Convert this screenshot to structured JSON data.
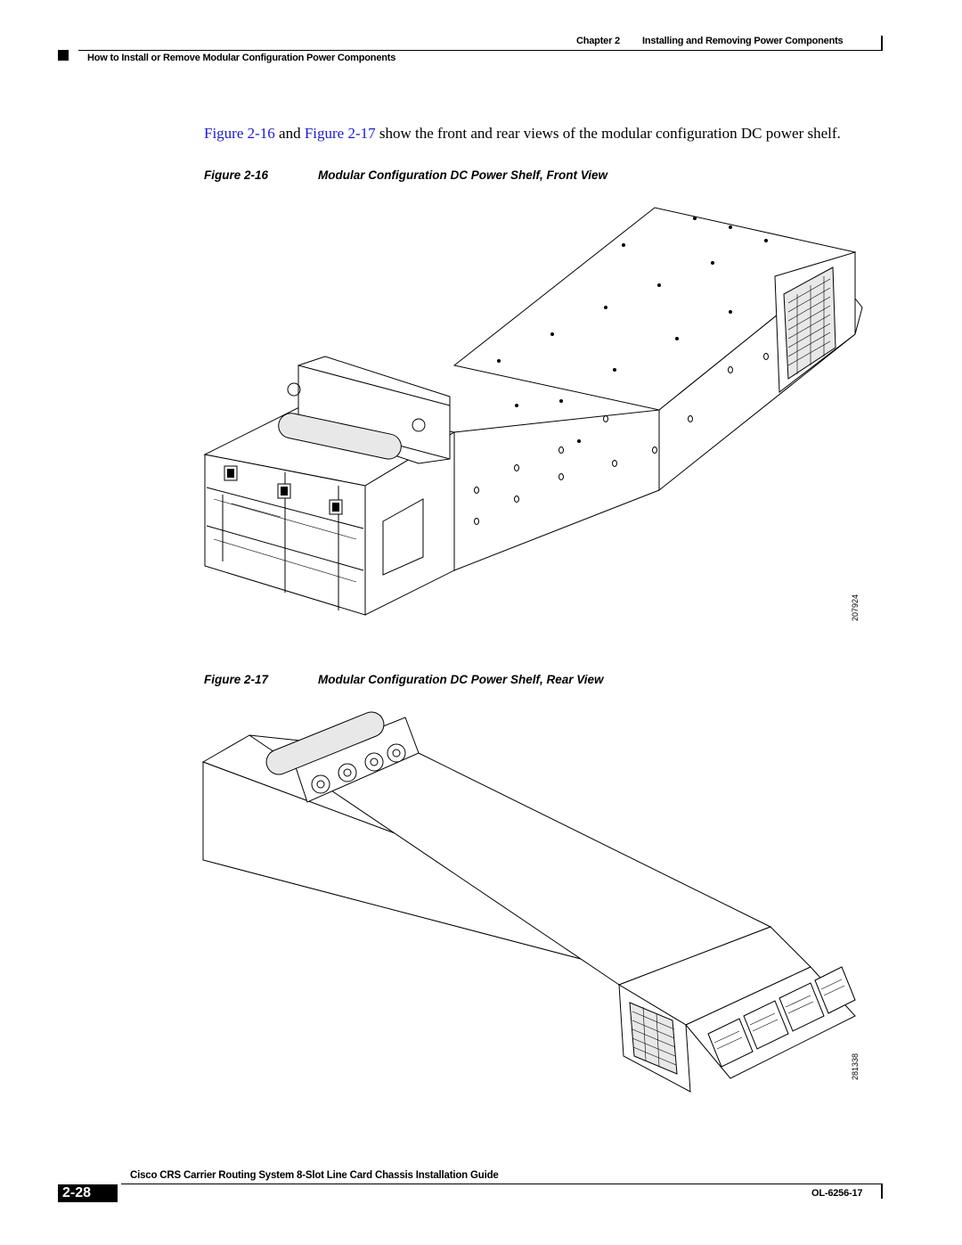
{
  "header": {
    "chapter_label": "Chapter 2",
    "chapter_title": "Installing and Removing Power Components",
    "section_title": "How to Install or Remove Modular Configuration Power Components"
  },
  "body": {
    "intro_link1": "Figure 2-16",
    "intro_and": " and ",
    "intro_link2": "Figure 2-17",
    "intro_rest": " show the front and rear views of the modular configuration DC power shelf."
  },
  "figures": [
    {
      "label": "Figure 2-16",
      "title": "Modular Configuration DC Power Shelf, Front View",
      "id": "207924"
    },
    {
      "label": "Figure 2-17",
      "title": "Modular Configuration DC Power Shelf, Rear View",
      "id": "281338"
    }
  ],
  "footer": {
    "page_number": "2-28",
    "guide_title": "Cisco CRS Carrier Routing System 8-Slot Line Card Chassis Installation Guide",
    "doc_number": "OL-6256-17"
  }
}
